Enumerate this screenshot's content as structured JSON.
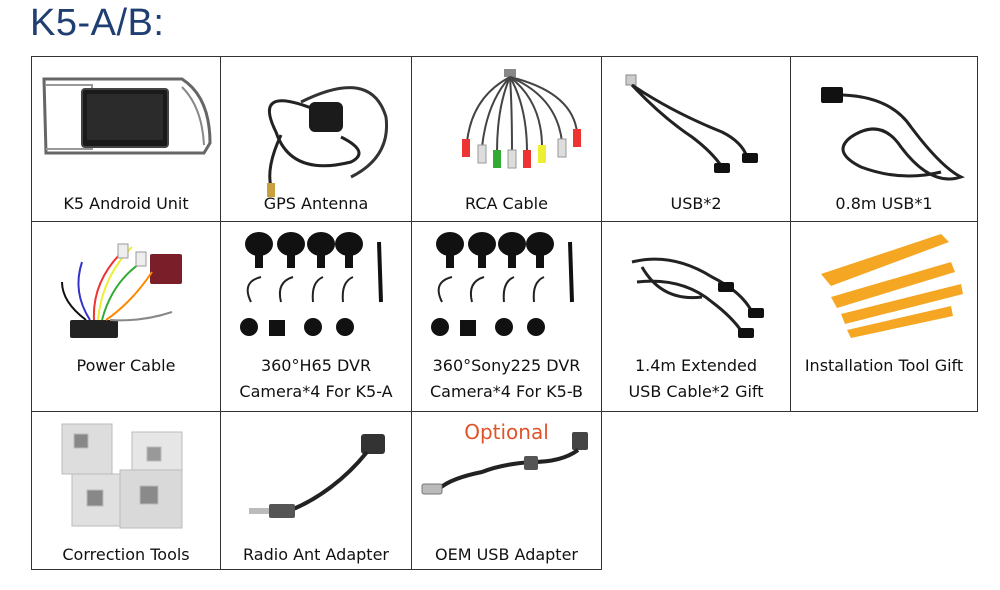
{
  "title": "K5-A/B:",
  "items": [
    {
      "label": "K5 Android Unit",
      "icon": "android-head-unit-icon"
    },
    {
      "label": "GPS Antenna",
      "icon": "gps-antenna-icon"
    },
    {
      "label": "RCA Cable",
      "icon": "rca-cable-icon"
    },
    {
      "label": "USB*2",
      "icon": "usb-cable-icon"
    },
    {
      "label": "0.8m USB*1",
      "icon": "usb-cable-icon"
    },
    {
      "label": "Power Cable",
      "icon": "power-harness-icon"
    },
    {
      "label_line1": "360°H65 DVR",
      "label_line2": "Camera*4 For K5-A",
      "icon": "camera-kit-icon"
    },
    {
      "label_line1": "360°Sony225 DVR",
      "label_line2": "Camera*4 For K5-B",
      "icon": "camera-kit-icon"
    },
    {
      "label_line1": "1.4m Extended",
      "label_line2": "USB Cable*2 Gift",
      "icon": "usb-extension-icon"
    },
    {
      "label": "Installation Tool Gift",
      "icon": "pry-tools-icon"
    },
    {
      "label": "Correction Tools",
      "icon": "calibration-mats-icon"
    },
    {
      "label": "Radio Ant Adapter",
      "icon": "antenna-adapter-icon"
    },
    {
      "label": "OEM USB Adapter",
      "badge": "Optional",
      "icon": "oem-usb-adapter-icon"
    }
  ]
}
